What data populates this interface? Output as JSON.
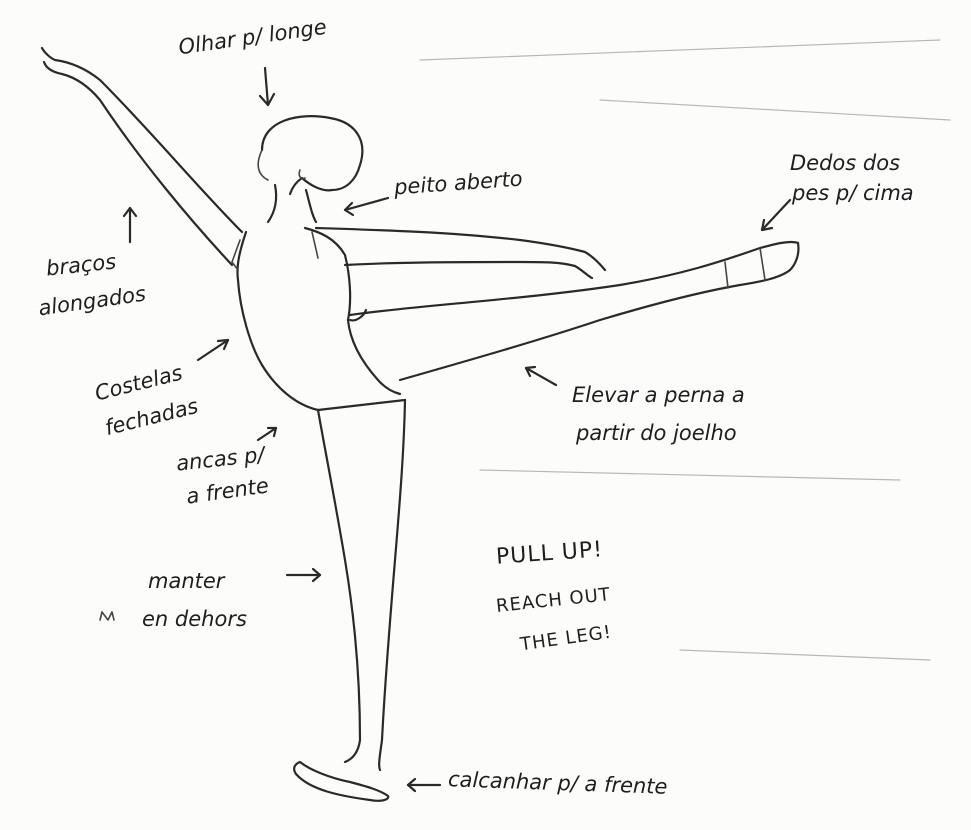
{
  "annotations": {
    "olhar": "Olhar p/ longe",
    "peito": "peito aberto",
    "dedos_1": "Dedos dos",
    "dedos_2": "pes p/ cima",
    "bracos_1": "braços",
    "bracos_2": "alongados",
    "costelas_1": "Costelas",
    "costelas_2": "fechadas",
    "ancas_1": "ancas p/",
    "ancas_2": "a frente",
    "elevar_1": "Elevar a perna a",
    "elevar_2": "partir do joelho",
    "manter_1": "manter",
    "manter_2": "en dehors",
    "pull_up": "PULL UP!",
    "reach_1": "REACH OUT",
    "reach_2": "THE LEG!",
    "calcanhar": "calcanhar p/ a frente"
  },
  "colors": {
    "paper": "#fcfcfb",
    "ink": "#2a2a2a"
  }
}
